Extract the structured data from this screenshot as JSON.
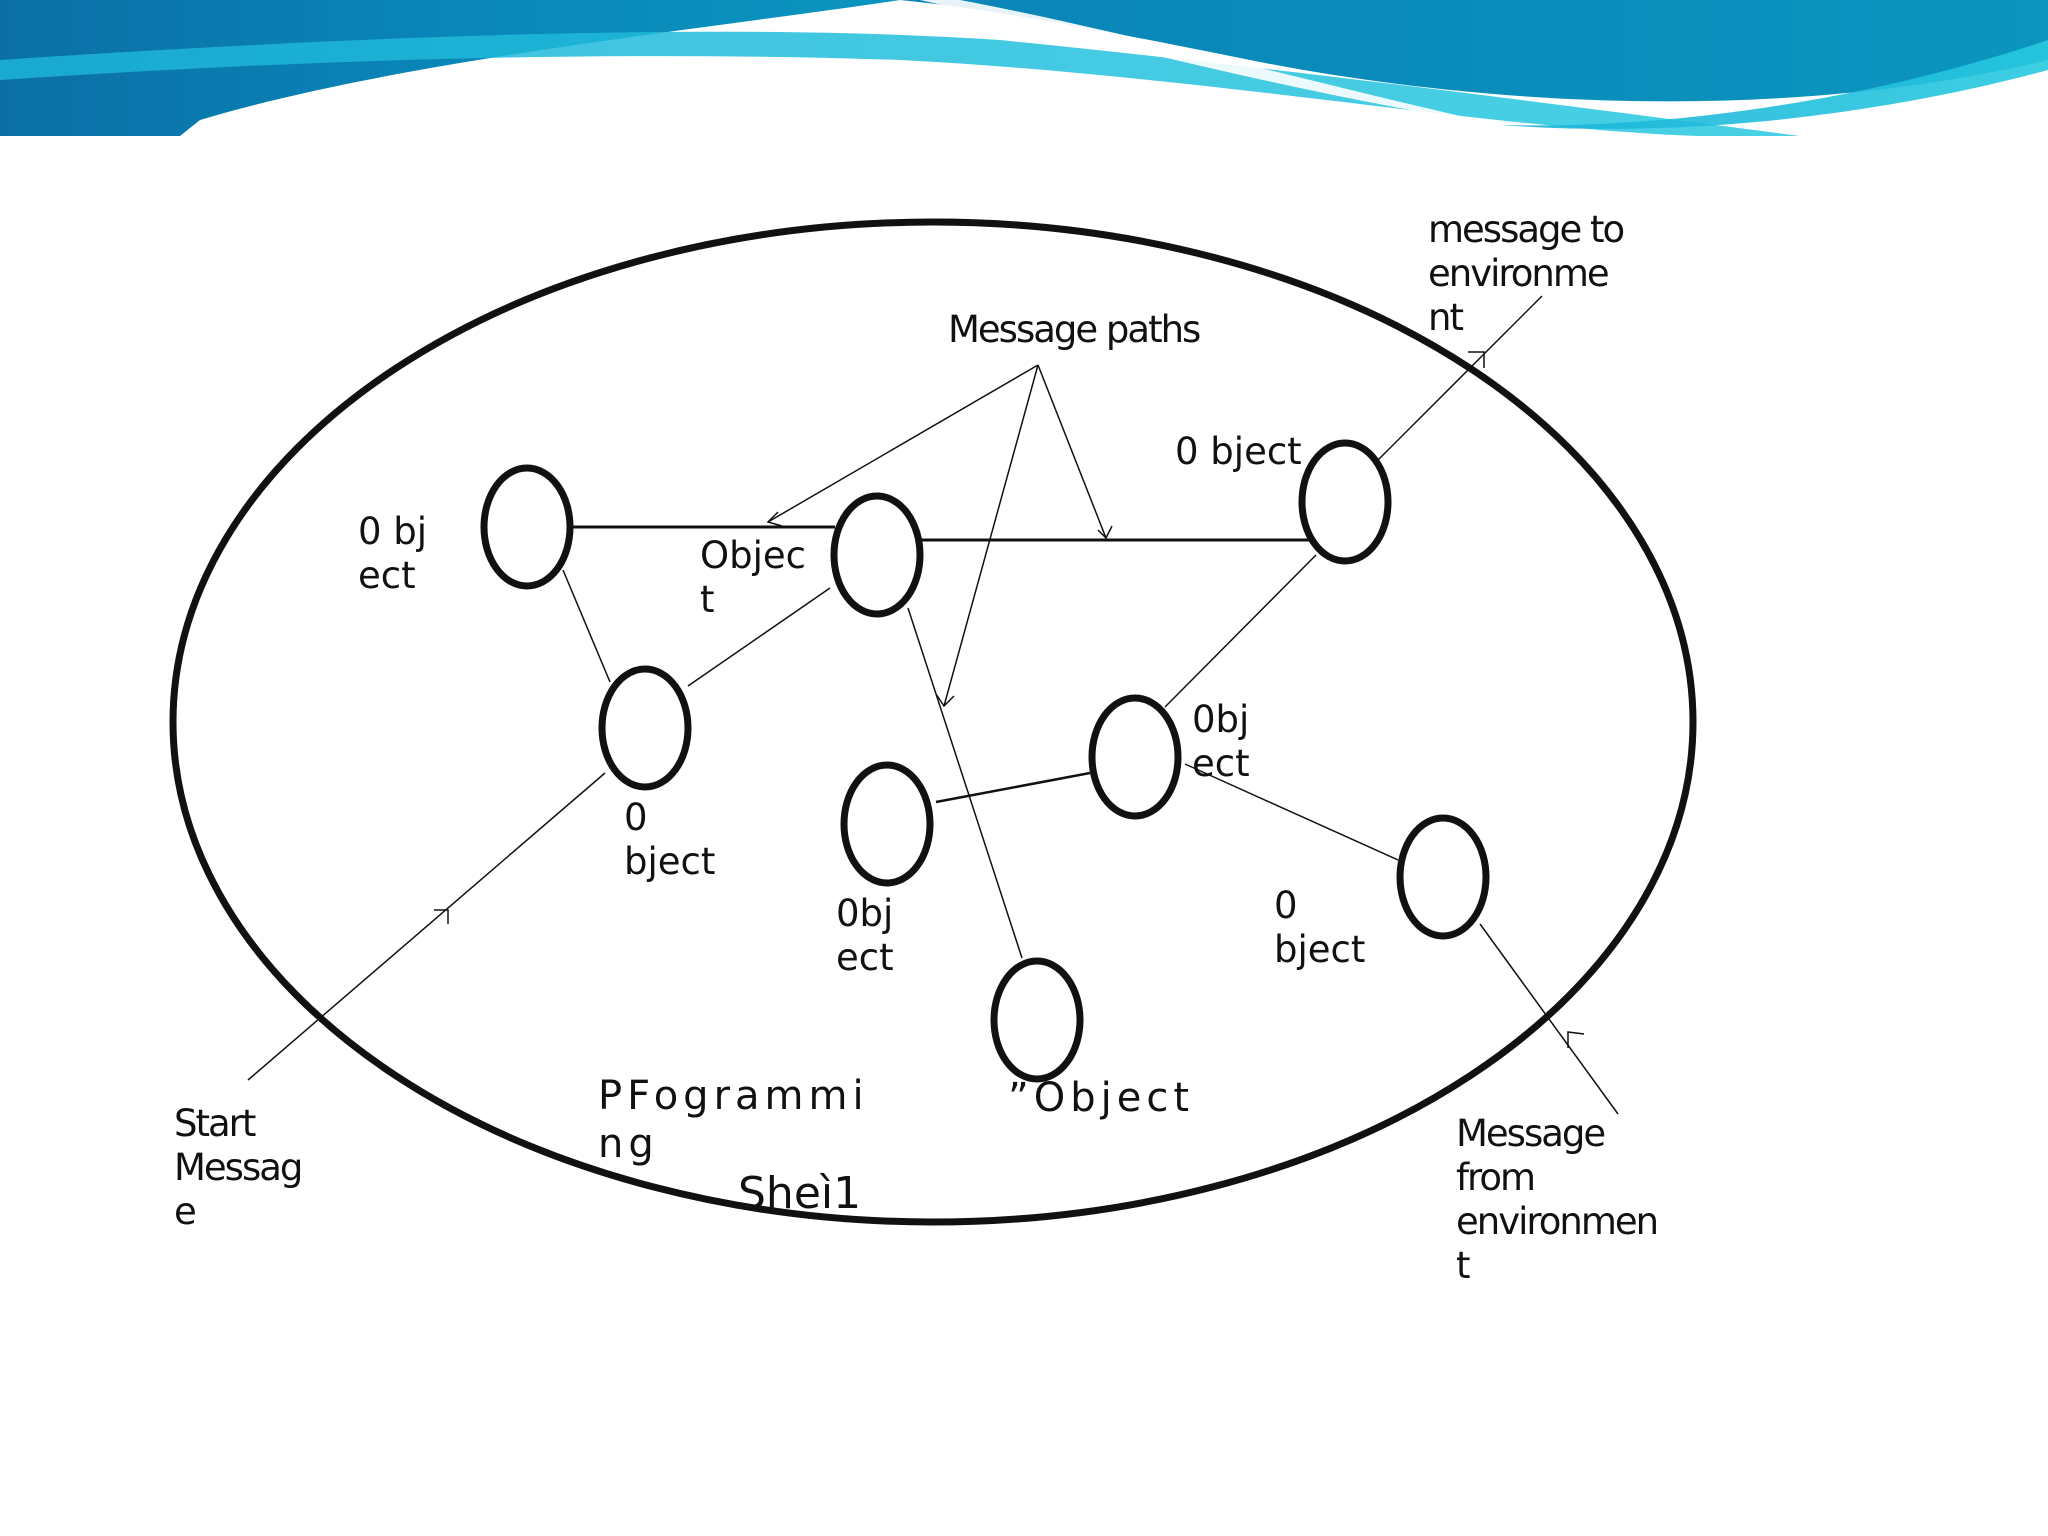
{
  "colors": {
    "banner_dark": "#0a7fb0",
    "banner_light": "#19b8d6",
    "ink": "#111111",
    "background": "#ffffff"
  },
  "labels": {
    "message_to_env": "message to\nenvironme\nnt",
    "message_paths": "Message paths",
    "obj_top_right": "0 bject",
    "obj_top_left": "0 bj\nect",
    "obj_center_top": "Objec\nt",
    "obj_center_right": "0bj\nect",
    "obj_left_mid": "0\nbject",
    "obj_center_bottom": "0bj\nect",
    "obj_right_mid": "0\nbject",
    "start_message": "Start\nMessag\ne",
    "programming": "PFogrammi\nng",
    "object_quote": "”Object",
    "sheet": "Sheì1",
    "message_from_env": "Message\nfrom\nenvironmen\nt"
  }
}
